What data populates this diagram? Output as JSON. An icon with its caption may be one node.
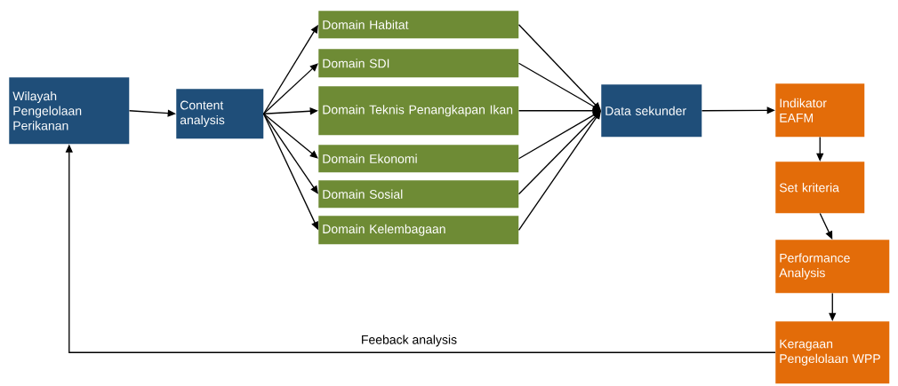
{
  "diagram": {
    "nodes": [
      {
        "text": [
          "Wilayah Pengelolaan Perikanan"
        ]
      },
      {
        "text": [
          "Content analysis"
        ]
      },
      {
        "text": [
          "Domain Habitat"
        ]
      },
      {
        "text": [
          "Domain SDI"
        ]
      },
      {
        "text": [
          "Domain Teknis Penangkapan Ikan"
        ]
      },
      {
        "text": [
          "Domain Ekonomi"
        ]
      },
      {
        "text": [
          "Domain Sosial"
        ]
      },
      {
        "text": [
          "Domain Kelembagaan"
        ]
      },
      {
        "text": [
          "Data sekunder"
        ]
      },
      {
        "text": [
          "Indikator EAFM"
        ]
      },
      {
        "text": [
          "Set kriteria"
        ]
      },
      {
        "text": [
          "Performance Analysis"
        ]
      },
      {
        "text": [
          "Keragaan Pengelolaan WPP"
        ]
      }
    ],
    "edges": [
      {
        "from": 0,
        "to": 1,
        "arrow": "to"
      },
      {
        "from": 1,
        "to": 2,
        "arrow": "to"
      },
      {
        "from": 1,
        "to": 3,
        "arrow": "to"
      },
      {
        "from": 1,
        "to": 4,
        "arrow": "to"
      },
      {
        "from": 1,
        "to": 5,
        "arrow": "to"
      },
      {
        "from": 1,
        "to": 6,
        "arrow": "to"
      },
      {
        "from": 1,
        "to": 7,
        "arrow": "to"
      },
      {
        "from": 2,
        "to": 8,
        "arrow": "to"
      },
      {
        "from": 3,
        "to": 8,
        "arrow": "to"
      },
      {
        "from": 4,
        "to": 8,
        "arrow": "to"
      },
      {
        "from": 5,
        "to": 8,
        "arrow": "to"
      },
      {
        "from": 6,
        "to": 8,
        "arrow": "to"
      },
      {
        "from": 7,
        "to": 8,
        "arrow": "to"
      },
      {
        "from": 8,
        "to": 9,
        "arrow": "to"
      },
      {
        "from": 9,
        "to": 10,
        "arrow": "to"
      },
      {
        "from": 10,
        "to": 11,
        "arrow": "to"
      },
      {
        "from": 11,
        "to": 12,
        "arrow": "to"
      },
      {
        "from": 12,
        "to": 0,
        "arrow": "to",
        "label": "Feeback analysis"
      }
    ]
  }
}
